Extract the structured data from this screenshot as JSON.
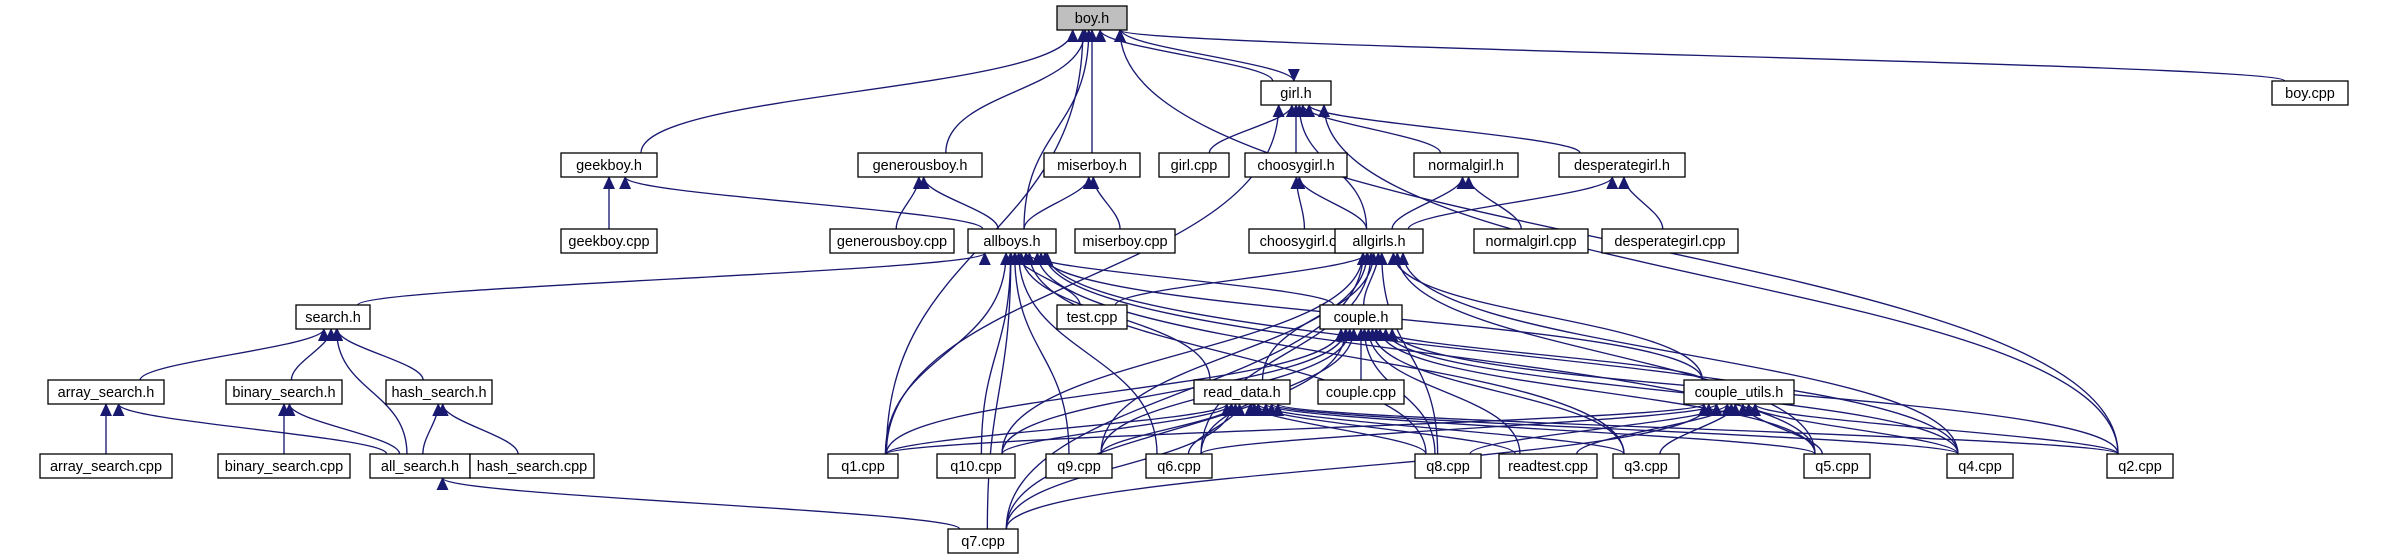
{
  "title": "boy.h",
  "colors": {
    "edge": "#191970",
    "node_border": "#000000",
    "root_fill": "#bfbfbf",
    "node_fill": "#ffffff"
  },
  "nodes": [
    {
      "id": "boy_h",
      "label": "boy.h",
      "root": true
    },
    {
      "id": "girl_h",
      "label": "girl.h"
    },
    {
      "id": "boy_cpp",
      "label": "boy.cpp"
    },
    {
      "id": "geekboy_h",
      "label": "geekboy.h"
    },
    {
      "id": "generousboy_h",
      "label": "generousboy.h"
    },
    {
      "id": "miserboy_h",
      "label": "miserboy.h"
    },
    {
      "id": "girl_cpp",
      "label": "girl.cpp"
    },
    {
      "id": "choosygirl_h",
      "label": "choosygirl.h"
    },
    {
      "id": "normalgirl_h",
      "label": "normalgirl.h"
    },
    {
      "id": "desperategirl_h",
      "label": "desperategirl.h"
    },
    {
      "id": "geekboy_cpp",
      "label": "geekboy.cpp"
    },
    {
      "id": "generousboy_cpp",
      "label": "generousboy.cpp"
    },
    {
      "id": "allboys_h",
      "label": "allboys.h"
    },
    {
      "id": "miserboy_cpp",
      "label": "miserboy.cpp"
    },
    {
      "id": "choosygirl_cpp",
      "label": "choosygirl.cpp"
    },
    {
      "id": "allgirls_h",
      "label": "allgirls.h"
    },
    {
      "id": "normalgirl_cpp",
      "label": "normalgirl.cpp"
    },
    {
      "id": "desperategirl_cpp",
      "label": "desperategirl.cpp"
    },
    {
      "id": "search_h",
      "label": "search.h"
    },
    {
      "id": "test_cpp",
      "label": "test.cpp"
    },
    {
      "id": "couple_h",
      "label": "couple.h"
    },
    {
      "id": "array_search_h",
      "label": "array_search.h"
    },
    {
      "id": "binary_search_h",
      "label": "binary_search.h"
    },
    {
      "id": "hash_search_h",
      "label": "hash_search.h"
    },
    {
      "id": "couple_cpp",
      "label": "couple.cpp"
    },
    {
      "id": "read_data_h",
      "label": "read_data.h"
    },
    {
      "id": "couple_utils_h",
      "label": "couple_utils.h"
    },
    {
      "id": "array_search_cpp",
      "label": "array_search.cpp"
    },
    {
      "id": "binary_search_cpp",
      "label": "binary_search.cpp"
    },
    {
      "id": "all_search_h",
      "label": "all_search.h"
    },
    {
      "id": "hash_search_cpp",
      "label": "hash_search.cpp"
    },
    {
      "id": "q1_cpp",
      "label": "q1.cpp"
    },
    {
      "id": "q10_cpp",
      "label": "q10.cpp"
    },
    {
      "id": "q9_cpp",
      "label": "q9.cpp"
    },
    {
      "id": "q6_cpp",
      "label": "q6.cpp"
    },
    {
      "id": "q8_cpp",
      "label": "q8.cpp"
    },
    {
      "id": "readtest_cpp",
      "label": "readtest.cpp"
    },
    {
      "id": "q3_cpp",
      "label": "q3.cpp"
    },
    {
      "id": "q5_cpp",
      "label": "q5.cpp"
    },
    {
      "id": "q4_cpp",
      "label": "q4.cpp"
    },
    {
      "id": "q2_cpp",
      "label": "q2.cpp"
    },
    {
      "id": "q7_cpp",
      "label": "q7.cpp"
    }
  ],
  "edges": [
    [
      "girl_h",
      "boy_h"
    ],
    [
      "boy_h",
      "girl_h"
    ],
    [
      "boy_cpp",
      "boy_h"
    ],
    [
      "geekboy_h",
      "boy_h"
    ],
    [
      "generousboy_h",
      "boy_h"
    ],
    [
      "miserboy_h",
      "boy_h"
    ],
    [
      "allboys_h",
      "boy_h"
    ],
    [
      "q1_cpp",
      "boy_h"
    ],
    [
      "girl_cpp",
      "girl_h"
    ],
    [
      "choosygirl_h",
      "girl_h"
    ],
    [
      "normalgirl_h",
      "girl_h"
    ],
    [
      "desperategirl_h",
      "girl_h"
    ],
    [
      "allgirls_h",
      "girl_h"
    ],
    [
      "q1_cpp",
      "girl_h"
    ],
    [
      "q2_cpp",
      "girl_h"
    ],
    [
      "q2_cpp",
      "boy_h"
    ],
    [
      "geekboy_cpp",
      "geekboy_h"
    ],
    [
      "allboys_h",
      "geekboy_h"
    ],
    [
      "generousboy_cpp",
      "generousboy_h"
    ],
    [
      "allboys_h",
      "generousboy_h"
    ],
    [
      "allboys_h",
      "miserboy_h"
    ],
    [
      "miserboy_cpp",
      "miserboy_h"
    ],
    [
      "choosygirl_cpp",
      "choosygirl_h"
    ],
    [
      "allgirls_h",
      "choosygirl_h"
    ],
    [
      "allgirls_h",
      "normalgirl_h"
    ],
    [
      "normalgirl_cpp",
      "normalgirl_h"
    ],
    [
      "allgirls_h",
      "desperategirl_h"
    ],
    [
      "desperategirl_cpp",
      "desperategirl_h"
    ],
    [
      "search_h",
      "allboys_h"
    ],
    [
      "test_cpp",
      "allboys_h"
    ],
    [
      "couple_h",
      "allboys_h"
    ],
    [
      "read_data_h",
      "allboys_h"
    ],
    [
      "couple_utils_h",
      "allboys_h"
    ],
    [
      "q1_cpp",
      "allboys_h"
    ],
    [
      "q10_cpp",
      "allboys_h"
    ],
    [
      "q9_cpp",
      "allboys_h"
    ],
    [
      "q6_cpp",
      "allboys_h"
    ],
    [
      "q8_cpp",
      "allboys_h"
    ],
    [
      "q3_cpp",
      "allboys_h"
    ],
    [
      "q5_cpp",
      "allboys_h"
    ],
    [
      "q4_cpp",
      "allboys_h"
    ],
    [
      "q7_cpp",
      "allboys_h"
    ],
    [
      "test_cpp",
      "allgirls_h"
    ],
    [
      "couple_h",
      "allgirls_h"
    ],
    [
      "read_data_h",
      "allgirls_h"
    ],
    [
      "couple_utils_h",
      "allgirls_h"
    ],
    [
      "q10_cpp",
      "allgirls_h"
    ],
    [
      "q9_cpp",
      "allgirls_h"
    ],
    [
      "q6_cpp",
      "allgirls_h"
    ],
    [
      "q8_cpp",
      "allgirls_h"
    ],
    [
      "q5_cpp",
      "allgirls_h"
    ],
    [
      "q4_cpp",
      "allgirls_h"
    ],
    [
      "q7_cpp",
      "allgirls_h"
    ],
    [
      "array_search_h",
      "search_h"
    ],
    [
      "binary_search_h",
      "search_h"
    ],
    [
      "hash_search_h",
      "search_h"
    ],
    [
      "all_search_h",
      "search_h"
    ],
    [
      "array_search_cpp",
      "array_search_h"
    ],
    [
      "all_search_h",
      "array_search_h"
    ],
    [
      "binary_search_cpp",
      "binary_search_h"
    ],
    [
      "all_search_h",
      "binary_search_h"
    ],
    [
      "all_search_h",
      "hash_search_h"
    ],
    [
      "hash_search_cpp",
      "hash_search_h"
    ],
    [
      "q7_cpp",
      "all_search_h"
    ],
    [
      "couple_cpp",
      "couple_h"
    ],
    [
      "couple_utils_h",
      "couple_h"
    ],
    [
      "q1_cpp",
      "couple_h"
    ],
    [
      "q10_cpp",
      "couple_h"
    ],
    [
      "q9_cpp",
      "couple_h"
    ],
    [
      "q6_cpp",
      "couple_h"
    ],
    [
      "q8_cpp",
      "couple_h"
    ],
    [
      "readtest_cpp",
      "couple_h"
    ],
    [
      "q3_cpp",
      "couple_h"
    ],
    [
      "q5_cpp",
      "couple_h"
    ],
    [
      "q4_cpp",
      "couple_h"
    ],
    [
      "q2_cpp",
      "couple_h"
    ],
    [
      "q7_cpp",
      "couple_h"
    ],
    [
      "q1_cpp",
      "read_data_h"
    ],
    [
      "q10_cpp",
      "read_data_h"
    ],
    [
      "q9_cpp",
      "read_data_h"
    ],
    [
      "q6_cpp",
      "read_data_h"
    ],
    [
      "q8_cpp",
      "read_data_h"
    ],
    [
      "readtest_cpp",
      "read_data_h"
    ],
    [
      "q3_cpp",
      "read_data_h"
    ],
    [
      "q5_cpp",
      "read_data_h"
    ],
    [
      "q4_cpp",
      "read_data_h"
    ],
    [
      "q2_cpp",
      "read_data_h"
    ],
    [
      "q7_cpp",
      "read_data_h"
    ],
    [
      "q1_cpp",
      "couple_utils_h"
    ],
    [
      "q6_cpp",
      "couple_utils_h"
    ],
    [
      "q8_cpp",
      "couple_utils_h"
    ],
    [
      "readtest_cpp",
      "couple_utils_h"
    ],
    [
      "q3_cpp",
      "couple_utils_h"
    ],
    [
      "q5_cpp",
      "couple_utils_h"
    ],
    [
      "q4_cpp",
      "couple_utils_h"
    ],
    [
      "q2_cpp",
      "couple_utils_h"
    ],
    [
      "q7_cpp",
      "couple_utils_h"
    ]
  ]
}
